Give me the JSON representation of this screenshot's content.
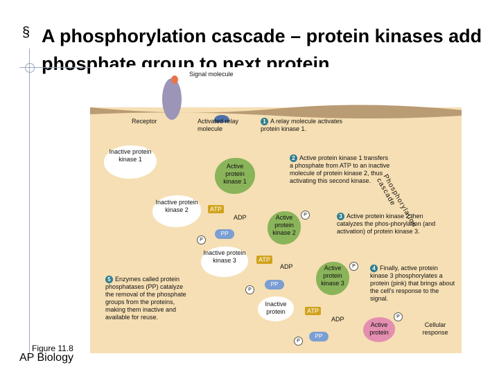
{
  "slide": {
    "bullet": "§",
    "title": "A phosphorylation cascade – protein kinases add phosphate group to next protein"
  },
  "figure": {
    "signal_molecule": "Signal molecule",
    "receptor": "Receptor",
    "activated_relay": "Activated relay molecule",
    "step1_num": "1",
    "step1": "A relay molecule activates protein kinase 1.",
    "inactive_pk1": "Inactive protein kinase 1",
    "active_pk1": "Active protein kinase 1",
    "step2_num": "2",
    "step2": "Active protein kinase 1 transfers a phosphate from ATP to an inactive molecule of protein kinase 2, thus activating this second kinase.",
    "inactive_pk2": "Inactive protein kinase 2",
    "active_pk2": "Active protein kinase 2",
    "step3_num": "3",
    "step3": "Active protein kinase 2 then catalyzes the phos-phorylation (and activation) of protein kinase 3.",
    "inactive_pk3": "Inactive protein kinase 3",
    "active_pk3": "Active protein kinase 3",
    "step4_num": "4",
    "step4": "Finally, active protein kinase 3 phosphorylates a protein (pink) that brings about the cell's response to the signal.",
    "inactive_protein": "Inactive protein",
    "active_protein": "Active protein",
    "cellular_response": "Cellular response",
    "step5_num": "5",
    "step5": "Enzymes called protein phosphatases (PP) catalyze the removal of the phosphate groups from the proteins, making them inactive and available for reuse.",
    "atp": "ATP",
    "adp": "ADP",
    "pp": "PP",
    "p": "P",
    "cascade_label": "Phosphorylation cascade"
  },
  "footer": {
    "figure_ref": "Figure 11.8",
    "course": "AP Biology"
  },
  "colors": {
    "background": "#f6dfb4",
    "active_kinase": "#8ab45a",
    "phosphatase": "#7b9ed3",
    "atp": "#d1a21a",
    "step_number": "#2e7d8f",
    "active_protein": "#e48fb0"
  }
}
